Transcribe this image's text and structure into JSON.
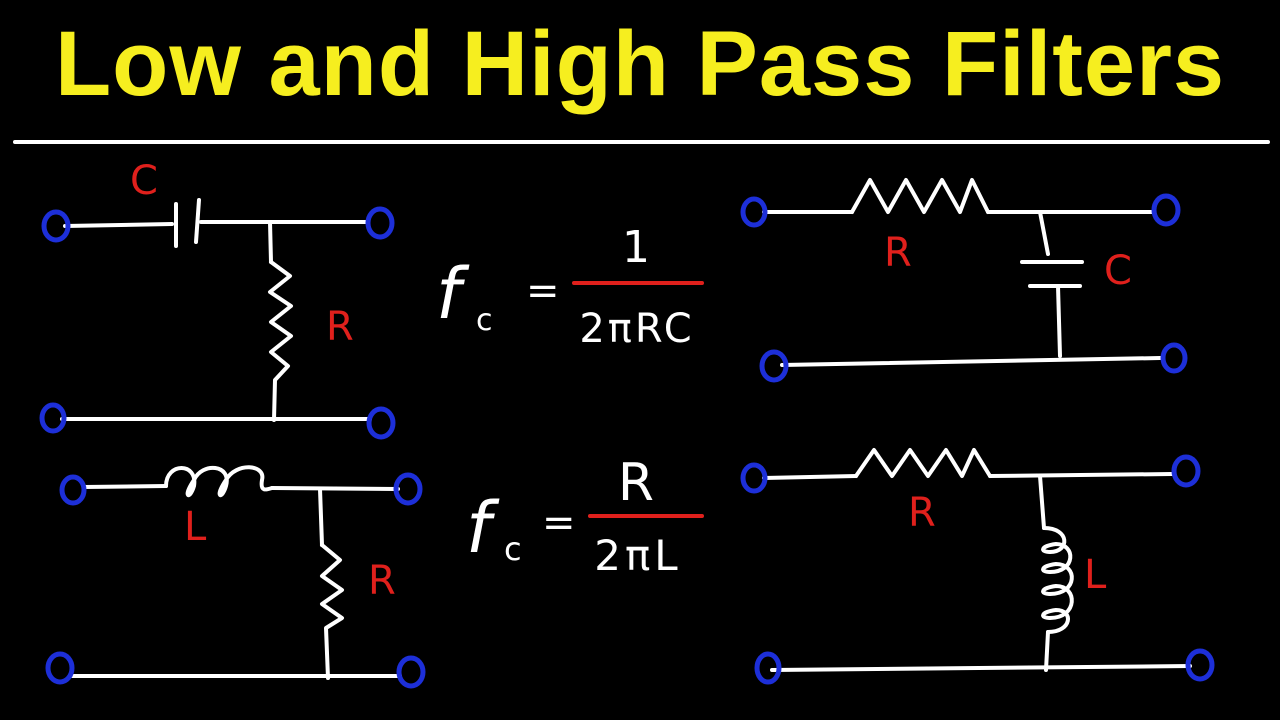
{
  "title": "Low and High Pass Filters",
  "colors": {
    "title": "#f6ee1f",
    "wire": "#ffffff",
    "terminal": "#1d2fd8",
    "component_label": "#e0201c",
    "fraction_bar": "#e0201c"
  },
  "circuits": {
    "rc_high_pass": {
      "capacitor_label": "C",
      "resistor_label": "R"
    },
    "rc_low_pass": {
      "resistor_label": "R",
      "capacitor_label": "C"
    },
    "lr_high_pass": {
      "inductor_label": "L",
      "resistor_label": "R"
    },
    "rl_low_pass": {
      "resistor_label": "R",
      "inductor_label": "L"
    }
  },
  "formulas": {
    "rc": {
      "lhs": "f",
      "subscript": "c",
      "equals": "=",
      "numerator": "1",
      "denominator": "2πRC"
    },
    "rl": {
      "lhs": "f",
      "subscript": "c",
      "equals": "=",
      "numerator": "R",
      "denominator": "2πL"
    }
  }
}
